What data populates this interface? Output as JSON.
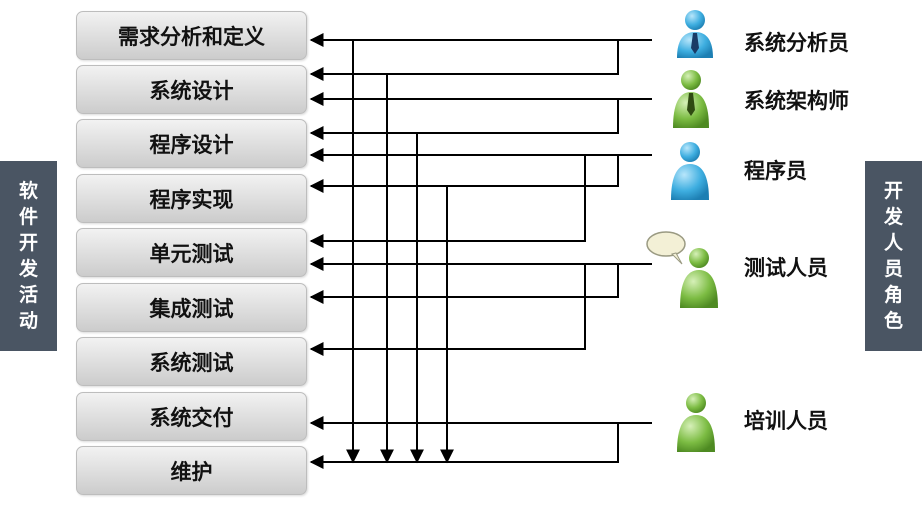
{
  "left_label": [
    "软",
    "件",
    "开",
    "发",
    "活",
    "动"
  ],
  "right_label": [
    "开",
    "发",
    "人",
    "员",
    "角",
    "色"
  ],
  "activities": [
    "需求分析和定义",
    "系统设计",
    "程序设计",
    "程序实现",
    "单元测试",
    "集成测试",
    "系统测试",
    "系统交付",
    "维护"
  ],
  "roles": [
    "系统分析员",
    "系统架构师",
    "程序员",
    "测试人员",
    "培训人员"
  ],
  "colors": {
    "side_label_bg": "#4a5563",
    "blue_person": "#3eaee0",
    "green_person": "#7cbc43",
    "line": "#000000"
  }
}
